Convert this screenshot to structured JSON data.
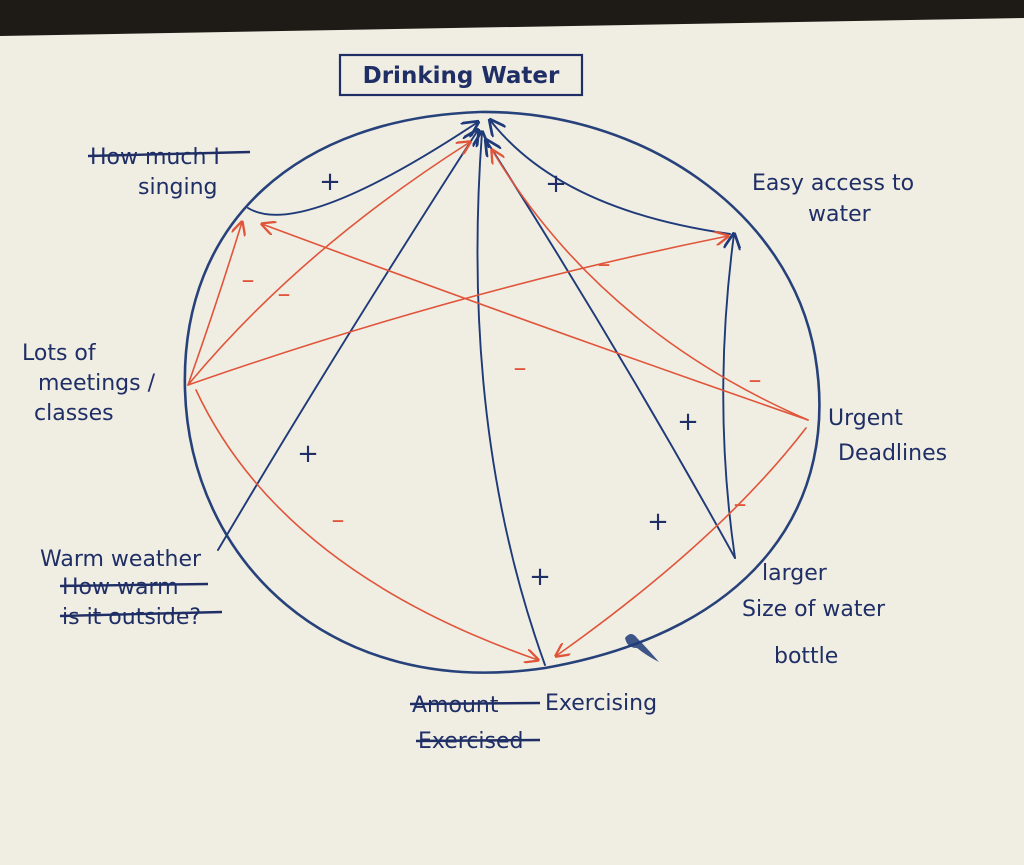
{
  "diagram": {
    "title": "Drinking Water",
    "nodes": [
      {
        "id": "singing",
        "lines": [
          "How much I",
          "singing"
        ],
        "struck_line": 0
      },
      {
        "id": "easy",
        "lines": [
          "Easy access to",
          "water"
        ]
      },
      {
        "id": "meetings",
        "lines": [
          "Lots of",
          "meetings /",
          "classes"
        ]
      },
      {
        "id": "deadlines",
        "lines": [
          "Urgent",
          "Deadlines"
        ]
      },
      {
        "id": "warm",
        "lines": [
          "Warm weather",
          "How warm",
          "is it outside?"
        ],
        "struck_lines": [
          1,
          2
        ]
      },
      {
        "id": "bottle",
        "lines": [
          "larger",
          "Size of water",
          "bottle"
        ]
      },
      {
        "id": "exercising_struck_a",
        "lines": [
          "Amount"
        ],
        "struck": true
      },
      {
        "id": "exercising",
        "lines": [
          "Exercising"
        ]
      },
      {
        "id": "exercising_struck_b",
        "lines": [
          "Exercised"
        ],
        "struck": true
      }
    ],
    "links": [
      {
        "from": "singing",
        "to": "title",
        "sign": "+",
        "color": "blue"
      },
      {
        "from": "easy",
        "to": "title",
        "sign": "+",
        "color": "blue"
      },
      {
        "from": "warm",
        "to": "title",
        "sign": "+",
        "color": "blue"
      },
      {
        "from": "exercising",
        "to": "title",
        "sign": "+",
        "color": "blue"
      },
      {
        "from": "bottle",
        "to": "title",
        "sign": "+",
        "color": "blue"
      },
      {
        "from": "bottle",
        "to": "easy",
        "sign": "+",
        "color": "blue"
      },
      {
        "from": "meetings",
        "to": "singing",
        "sign": "-",
        "color": "red"
      },
      {
        "from": "meetings",
        "to": "title",
        "sign": "-",
        "color": "red"
      },
      {
        "from": "meetings",
        "to": "easy",
        "sign": "-",
        "color": "red"
      },
      {
        "from": "meetings",
        "to": "exercising",
        "sign": "-",
        "color": "red"
      },
      {
        "from": "deadlines",
        "to": "title",
        "sign": "-",
        "color": "red"
      },
      {
        "from": "deadlines",
        "to": "singing",
        "sign": "-",
        "color": "red"
      },
      {
        "from": "deadlines",
        "to": "exercising",
        "sign": "-",
        "color": "red"
      }
    ],
    "colors": {
      "blue": "#1f3a78",
      "red": "#e0553a",
      "paper": "#f0ede3"
    }
  }
}
